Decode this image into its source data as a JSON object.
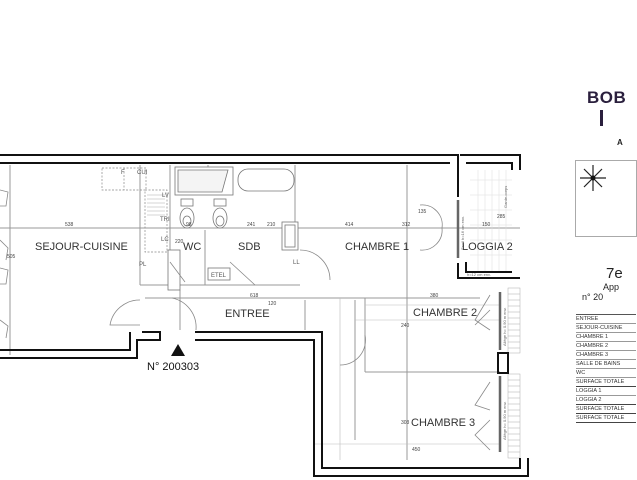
{
  "header": {
    "brand": "BOB",
    "aside_letter": "A"
  },
  "info": {
    "floor": "7e",
    "apartment_label": "App",
    "apartment_number": "n° 20"
  },
  "surface_table": {
    "rows": [
      {
        "label": "ENTREE",
        "total": false
      },
      {
        "label": "SEJOUR-CUISINE",
        "total": false
      },
      {
        "label": "CHAMBRE 1",
        "total": false
      },
      {
        "label": "CHAMBRE 2",
        "total": false
      },
      {
        "label": "CHAMBRE 3",
        "total": false
      },
      {
        "label": "SALLE DE BAINS",
        "total": false
      },
      {
        "label": "WC",
        "total": false
      },
      {
        "label": "SURFACE TOTALE",
        "total": true
      },
      {
        "label": "LOGGIA 1",
        "total": false
      },
      {
        "label": "LOGGIA 2",
        "total": true
      },
      {
        "label": "SURFACE TOTALE",
        "total": true
      },
      {
        "label": "SURFACE TOTALE",
        "total": true
      }
    ]
  },
  "plan": {
    "lot_number": "N° 200303",
    "rooms": {
      "sejour": "SEJOUR-CUISINE",
      "wc": "WC",
      "sdb": "SDB",
      "chambre1": "CHAMBRE 1",
      "loggia2": "LOGGIA 2",
      "entree": "ENTREE",
      "chambre2": "CHAMBRE 2",
      "chambre3": "CHAMBRE 3"
    },
    "fixtures": {
      "f": "F",
      "cui": "CUI",
      "lv": "LV",
      "tr": "TRI",
      "lc": "LC",
      "pl": "PL",
      "etel": "ETEL",
      "ll": "LL"
    },
    "dimensions": {
      "sejour_width": "538",
      "sejour_height": "505",
      "wc_depth": "220",
      "wc_width": "98",
      "sdb_width": "241",
      "sdb_height": "210",
      "ch1_width": "414",
      "ch1_height": "312",
      "entree_width": "618",
      "entree_height": "120",
      "loggia_width": "150",
      "loggia_height": "285",
      "door_ch1": "135",
      "ch2_width": "380",
      "ch2_height": "240",
      "ch3_height": "303",
      "ch3_width": "450"
    },
    "notes": {
      "garde_corps": "Garde-corps",
      "loggia_sill": "Seuil h=16 cm env.",
      "loggia_sill_bottom": "h=12 cm env.",
      "ch2_window": "Allège h= 0.90 m env.",
      "ch3_window": "Allège h= 0.90 m env."
    }
  }
}
